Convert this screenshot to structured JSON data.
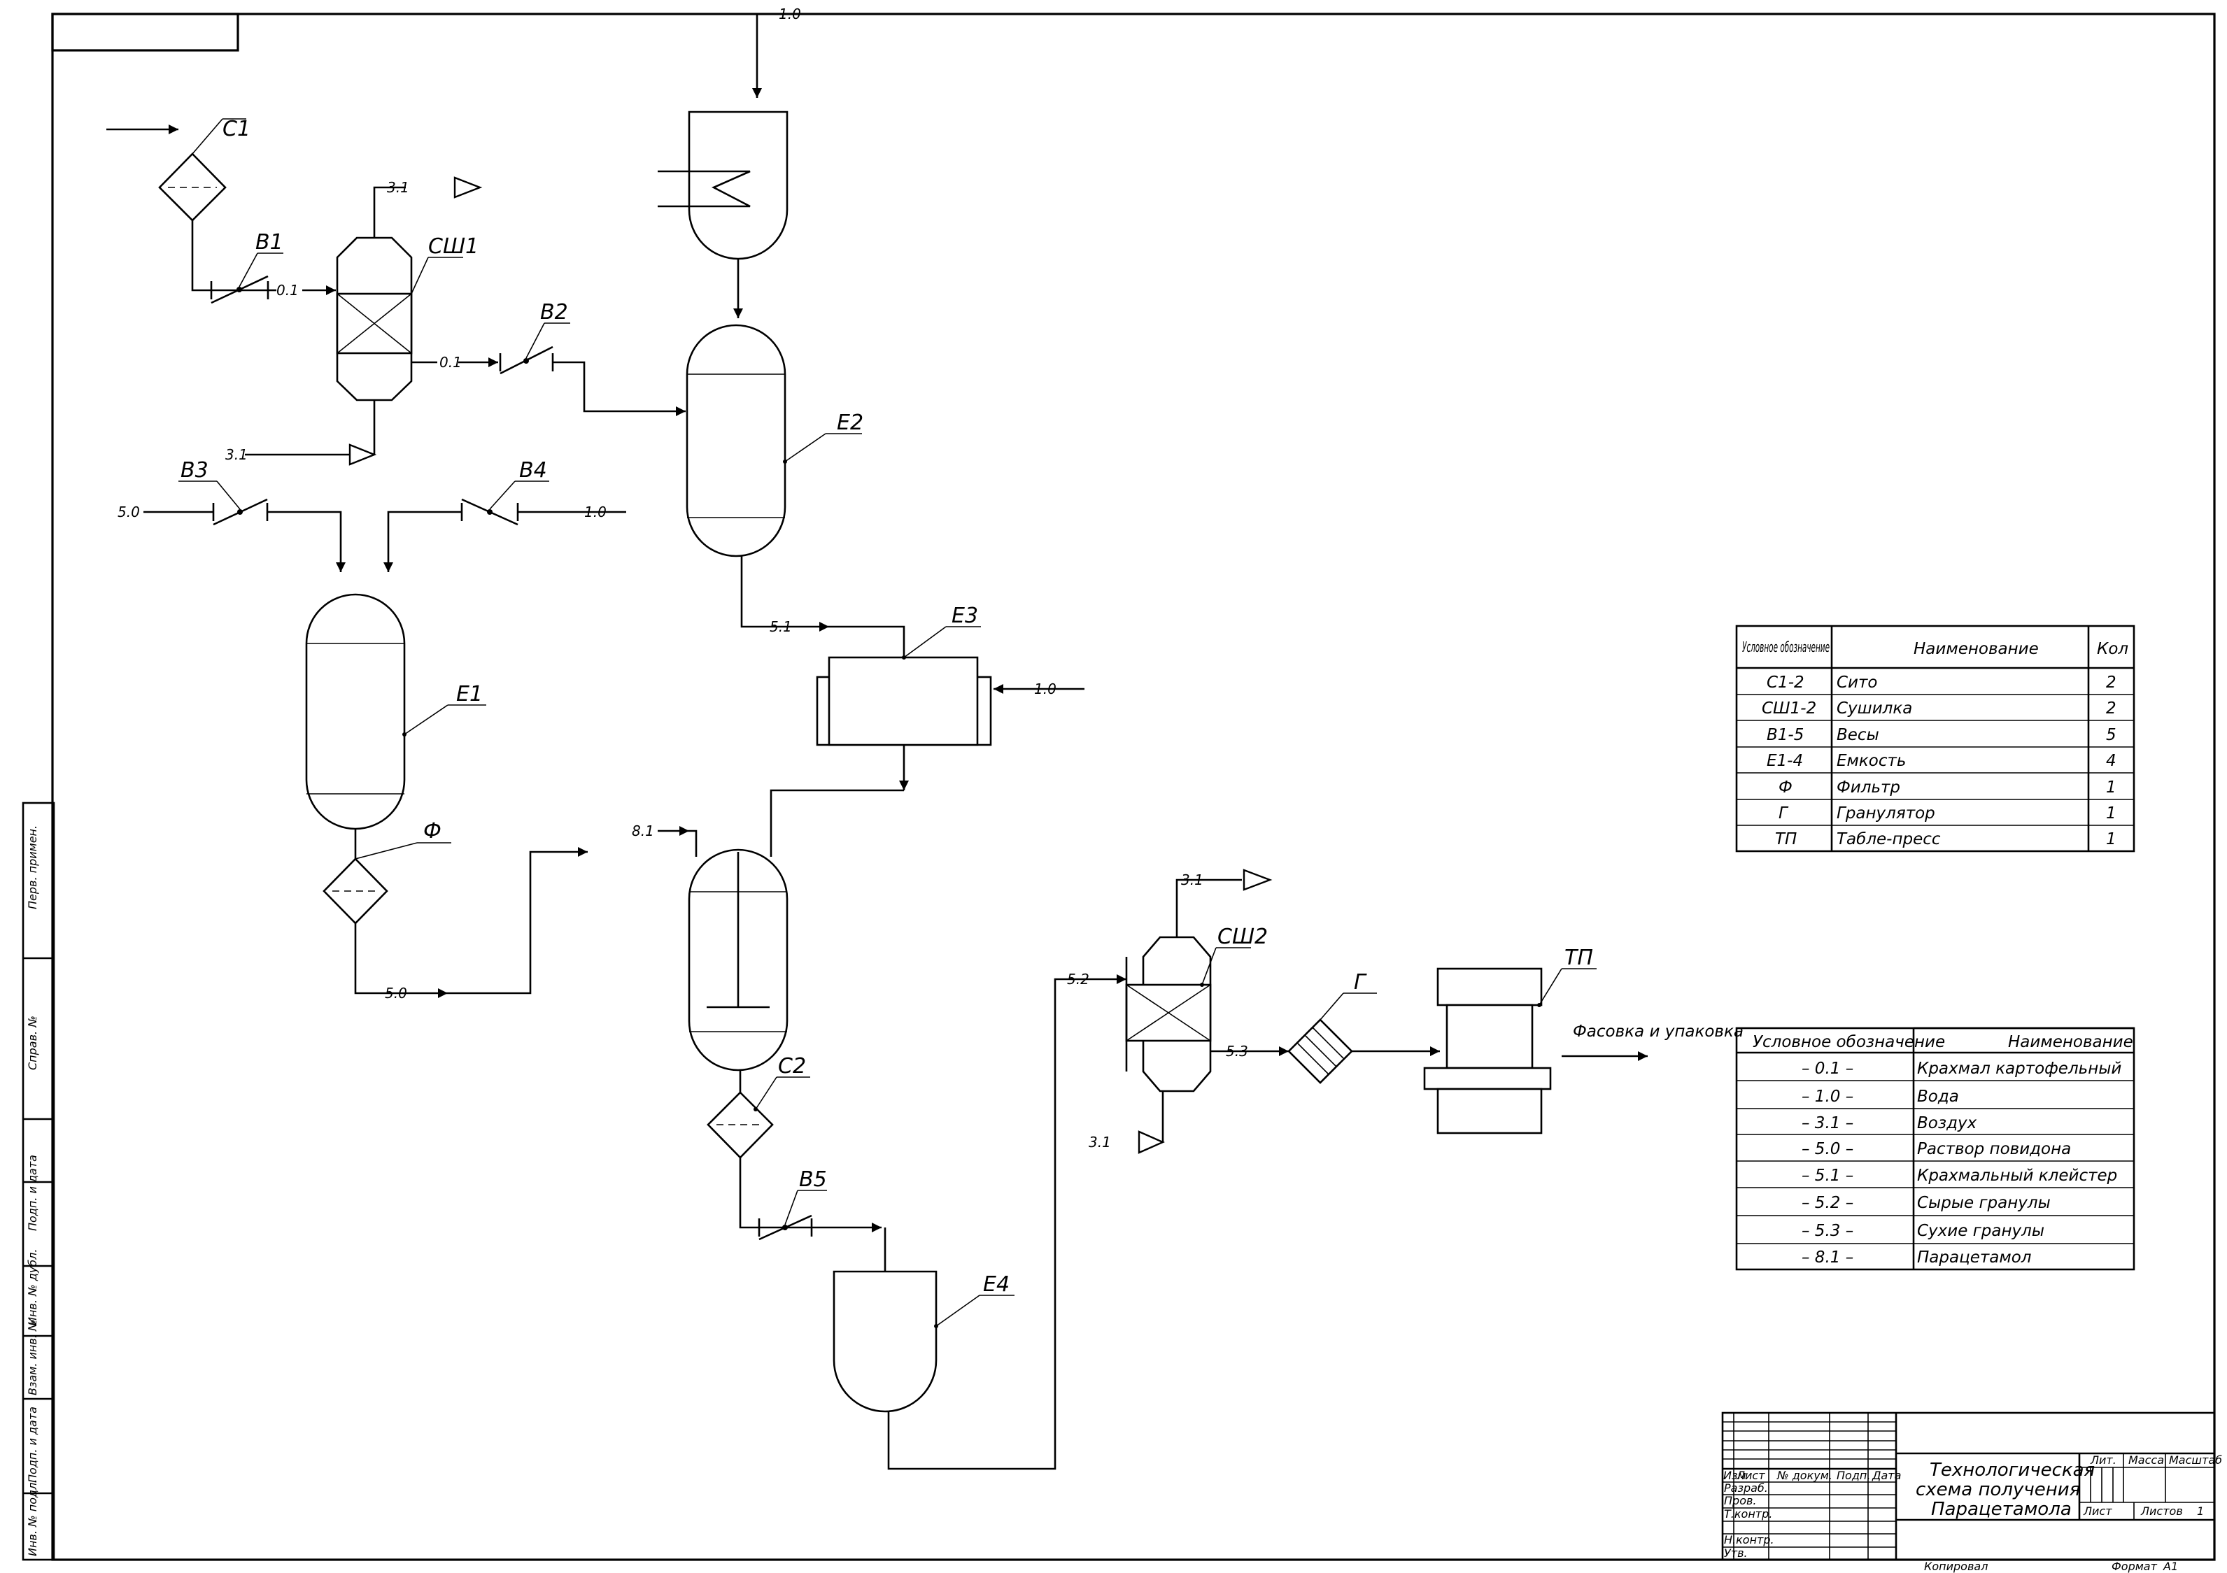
{
  "drawing": {
    "title_lines": [
      "Технологическая",
      "схема получения",
      "Парацетамола"
    ],
    "equipment_labels": {
      "c1": "C1",
      "c2": "C2",
      "v1": "B1",
      "v2": "B2",
      "v3": "B3",
      "v4": "B4",
      "v5": "B5",
      "sh1": "СШ1",
      "sh2": "СШ2",
      "e1": "E1",
      "e2": "E2",
      "e3": "E3",
      "e4": "E4",
      "filter": "Ф",
      "granulator": "Г",
      "press": "ТП"
    },
    "stream_labels": {
      "s01a": "0.1",
      "s01b": "0.1",
      "s31_top": "3.1",
      "s31_bottom": "3.1",
      "s50": "5.0",
      "s10_v4": "1.0",
      "s10_top": "1.0",
      "s51": "5.1",
      "s10_e3": "1.0",
      "s81": "8.1",
      "s50_f": "5.0",
      "s52": "5.2",
      "s31_sh2_top": "3.1",
      "s53": "5.3",
      "s31_sh2_bottom": "3.1"
    },
    "output_label": "Фасовка и упаковка"
  },
  "equipment_table": {
    "headers": [
      "Условное обозначение",
      "Наименование",
      "Кол"
    ],
    "rows": [
      [
        "C1-2",
        "Сито",
        "2"
      ],
      [
        "СШ1-2",
        "Сушилка",
        "2"
      ],
      [
        "B1-5",
        "Весы",
        "5"
      ],
      [
        "E1-4",
        "Емкость",
        "4"
      ],
      [
        "Ф",
        "Фильтр",
        "1"
      ],
      [
        "Г",
        "Гранулятор",
        "1"
      ],
      [
        "ТП",
        "Табле-пресс",
        "1"
      ]
    ]
  },
  "stream_table": {
    "headers": [
      "Условное обозначение",
      "Наименование"
    ],
    "rows": [
      [
        "– 0.1 –",
        "Крахмал картофельный"
      ],
      [
        "– 1.0 –",
        "Вода"
      ],
      [
        "– 3.1 –",
        "Воздух"
      ],
      [
        "– 5.0 –",
        "Раствор повидона"
      ],
      [
        "– 5.1 –",
        "Крахмальный клейстер"
      ],
      [
        "– 5.2 –",
        "Сырые гранулы"
      ],
      [
        "– 5.3 –",
        "Сухие гранулы"
      ],
      [
        "– 8.1 –",
        "Парацетамол"
      ]
    ]
  },
  "title_block": {
    "row_headers": [
      "Изм",
      "Лист",
      "№ докум.",
      "Подп.",
      "Дата"
    ],
    "roles": [
      "Разраб.",
      "Пров.",
      "Т.контр.",
      "",
      "Н.контр.",
      "Утв."
    ],
    "lit_label": "Лит.",
    "mass_label": "Масса",
    "scale_label": "Масштаб",
    "sheet_label": "Лист",
    "sheets_label": "Листов",
    "sheets_value": "1",
    "copied_label": "Копировал",
    "format_label": "Формат",
    "format_value": "A1"
  },
  "side_stamp": [
    "Перв. примен.",
    "Справ. №",
    "Подп. и дата",
    "Инв. № дубл.",
    "Взам. инв. №",
    "Подп. и дата",
    "Инв. № подл."
  ]
}
